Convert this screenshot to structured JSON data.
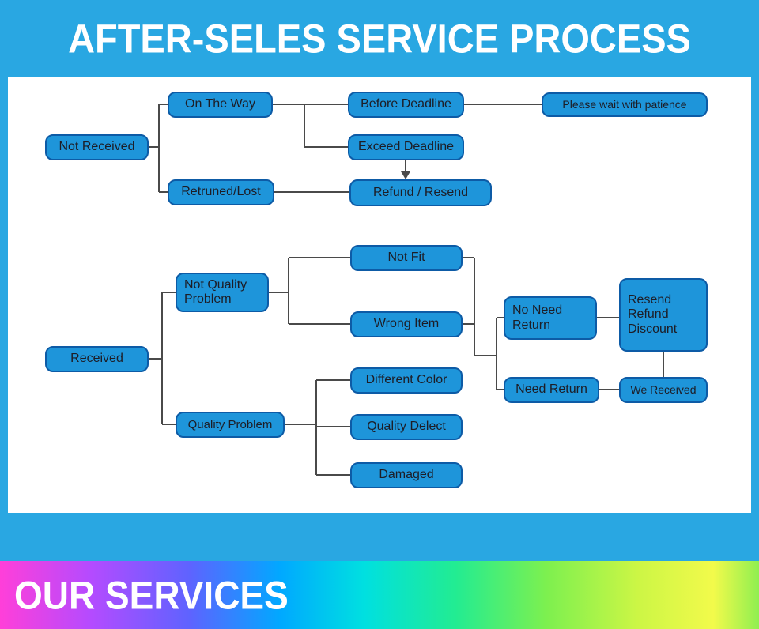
{
  "header": {
    "title": "AFTER-SELES SERVICE PROCESS"
  },
  "footer": {
    "title": "OUR SERVICES"
  },
  "colors": {
    "background": "#29a7e2",
    "panel": "#ffffff",
    "node_fill": "#1e95da",
    "node_border": "#0d5ba6",
    "node_text": "#1d1d26",
    "connector": "#4a4a4a",
    "header_text": "#ffffff"
  },
  "flowchart": {
    "nodes": {
      "not_received": "Not Received",
      "on_the_way": "On The Way",
      "before_deadline": "Before Deadline",
      "please_wait": "Please wait with patience",
      "exceed_deadline": "Exceed Deadline",
      "returned_lost": "Retruned/Lost",
      "refund_resend": "Refund / Resend",
      "received": "Received",
      "not_quality_problem": "Not Quality\nProblem",
      "not_fit": "Not Fit",
      "wrong_item": "Wrong Item",
      "quality_problem": "Quality Problem",
      "different_color": "Different Color",
      "quality_delect": "Quality Delect",
      "damaged": "Damaged",
      "no_need_return": "No Need\nReturn",
      "need_return": "Need Return",
      "resend_refund_discount": "Resend\nRefund\nDiscount",
      "we_received": "We Received"
    },
    "edges": [
      [
        "Not Received",
        "On The Way"
      ],
      [
        "Not Received",
        "Retruned/Lost"
      ],
      [
        "On The Way",
        "Before Deadline"
      ],
      [
        "On The Way",
        "Exceed Deadline"
      ],
      [
        "Before Deadline",
        "Please wait with patience"
      ],
      [
        "Exceed Deadline",
        "Refund / Resend"
      ],
      [
        "Retruned/Lost",
        "Refund / Resend"
      ],
      [
        "Received",
        "Not Quality Problem"
      ],
      [
        "Received",
        "Quality Problem"
      ],
      [
        "Not Quality Problem",
        "Not Fit"
      ],
      [
        "Not Quality Problem",
        "Wrong Item"
      ],
      [
        "Quality Problem",
        "Different Color"
      ],
      [
        "Quality Problem",
        "Quality Delect"
      ],
      [
        "Quality Problem",
        "Damaged"
      ],
      [
        "Not Fit",
        "No Need Return / Need Return"
      ],
      [
        "Wrong Item",
        "No Need Return / Need Return"
      ],
      [
        "No Need Return",
        "Resend Refund Discount"
      ],
      [
        "Resend Refund Discount",
        "We Received"
      ],
      [
        "Need Return",
        "We Received"
      ]
    ]
  }
}
